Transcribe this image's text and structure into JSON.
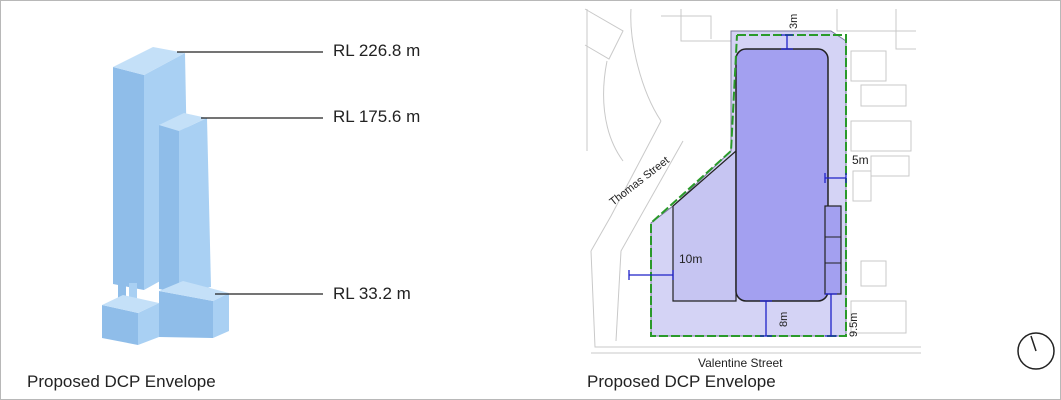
{
  "left": {
    "levels": [
      {
        "label": "RL 226.8 m"
      },
      {
        "label": "RL 175.6 m"
      },
      {
        "label": "RL 33.2 m"
      }
    ],
    "caption": "Proposed DCP Envelope"
  },
  "right": {
    "streets": {
      "thomas": "Thomas Street",
      "valentine": "Valentine Street"
    },
    "dimensions": {
      "top": "3m",
      "right_mid": "5m",
      "left_setback": "10m",
      "bottom_mid": "8m",
      "bottom_right": "9.5m"
    },
    "caption": "Proposed DCP Envelope"
  },
  "colors": {
    "tower": "#9cc6ee",
    "tower_dark": "#7fb0e0",
    "podium_plan": "#cfcff3",
    "tower_plan": "#a3a0f0",
    "boundary": "#2a9a2a",
    "dim_line": "#1f22c8"
  },
  "icons": {
    "north": "north-arrow-icon"
  }
}
